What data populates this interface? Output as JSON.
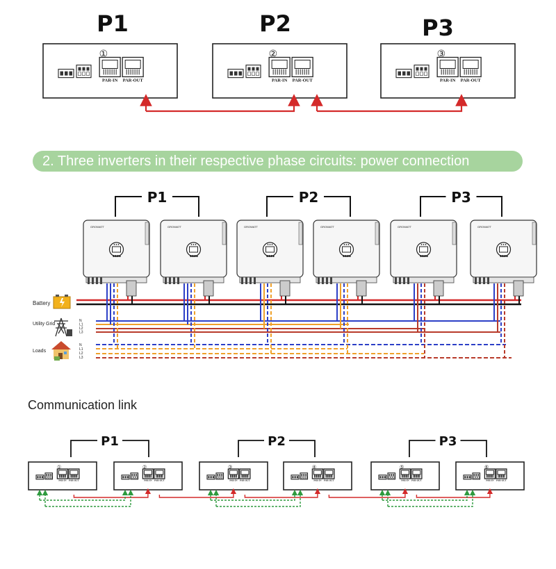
{
  "top_section": {
    "units": [
      {
        "title": "P1",
        "number": "①",
        "par_in": "PAR-IN",
        "par_out": "PAR-OUT"
      },
      {
        "title": "P2",
        "number": "②",
        "par_in": "PAR-IN",
        "par_out": "PAR-OUT"
      },
      {
        "title": "P3",
        "number": "③",
        "par_in": "PAR-IN",
        "par_out": "PAR-OUT"
      }
    ]
  },
  "banner": {
    "text": "2. Three inverters in their respective phase circuits: power connection"
  },
  "power_section": {
    "groups": [
      "P1",
      "P2",
      "P3"
    ],
    "brand": "GROWATT",
    "sources": {
      "battery": "Battery",
      "grid": "Utility Grid",
      "loads": "Loads"
    },
    "grid_lines": [
      "N",
      "L1",
      "L2",
      "L3"
    ],
    "load_lines": [
      "N",
      "L1",
      "L2",
      "L3"
    ],
    "colors": {
      "battery_pos": "#d42a2a",
      "battery_neg": "#111111",
      "neutral": "#2c3fc7",
      "l1": "#f0a12a",
      "l3": "#b83a2a"
    }
  },
  "comm_section": {
    "label": "Communication link",
    "groups": [
      "P1",
      "P2",
      "P3"
    ],
    "units": [
      {
        "number": "①",
        "par_in": "PAR-IN",
        "par_out": "PAR-OUT"
      },
      {
        "number": "②",
        "par_in": "PAR-IN",
        "par_out": "PAR-OUT"
      },
      {
        "number": "③",
        "par_in": "PAR-IN",
        "par_out": "PAR-OUT"
      },
      {
        "number": "④",
        "par_in": "PAR-IN",
        "par_out": "PAR-OUT"
      },
      {
        "number": "⑤",
        "par_in": "PAR-IN",
        "par_out": "PAR-OUT"
      },
      {
        "number": "⑥",
        "par_in": "PAR-IN",
        "par_out": "PAR-OUT"
      }
    ],
    "colors": {
      "parallel_cable": "#d42a2a",
      "current_share": "#2e9a3e"
    }
  }
}
